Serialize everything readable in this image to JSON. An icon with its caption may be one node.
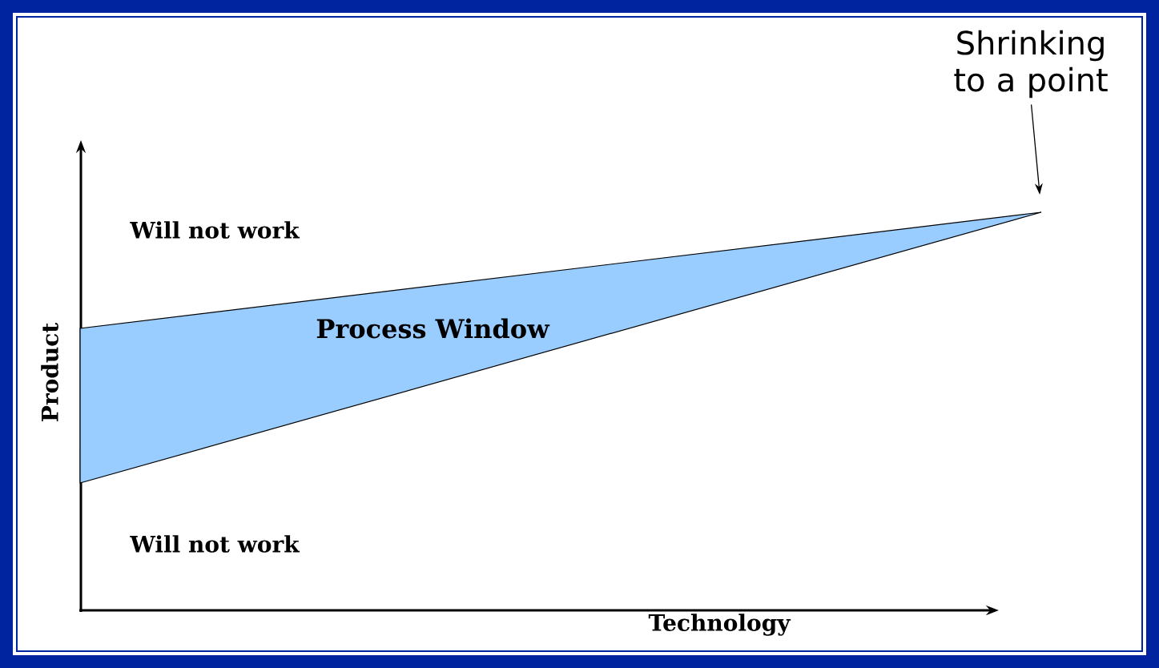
{
  "diagram": {
    "nodes": [
      {
        "text": [
          "Shrinking to a point"
        ]
      },
      {
        "text": [
          "Process Window"
        ]
      }
    ],
    "edges": [
      {
        "from": 0,
        "to": 1,
        "arrow": "to"
      }
    ],
    "labels": [
      "Will not work",
      "Product",
      "Will not work",
      "Technology"
    ]
  }
}
